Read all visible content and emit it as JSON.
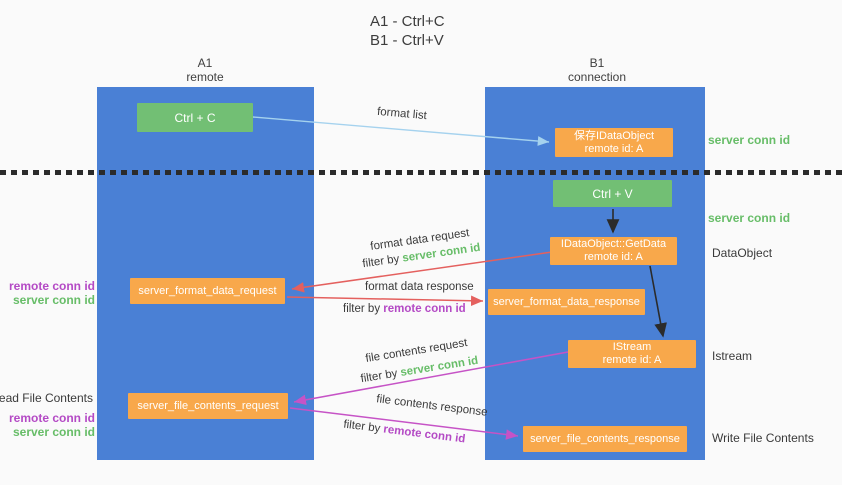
{
  "title": {
    "line1": "A1 - Ctrl+C",
    "line2": "B1 - Ctrl+V"
  },
  "lanes": [
    {
      "name": "A1",
      "subtitle": "remote"
    },
    {
      "name": "B1",
      "subtitle": "connection"
    }
  ],
  "nodes": {
    "ctrl_c": "Ctrl + C",
    "ctrl_v": "Ctrl + V",
    "save_idataobject": {
      "line1": "保存IDataObject",
      "line2": "remote id: A"
    },
    "getdata": {
      "line1": "IDataObject::GetData",
      "line2": "remote id: A"
    },
    "istream": {
      "line1": "IStream",
      "line2": "remote id: A"
    },
    "server_format_data_request": "server_format_data_request",
    "server_format_data_response": "server_format_data_response",
    "server_file_contents_request": "server_file_contents_request",
    "server_file_contents_response": "server_file_contents_response"
  },
  "edge_labels": {
    "format_list": "format list",
    "format_data_request": "format data request",
    "format_data_response": "format data response",
    "file_contents_request": "file contents request",
    "file_contents_response": "file contents response",
    "filter_by": "filter by ",
    "server_conn_id": "server conn id",
    "remote_conn_id": "remote conn id"
  },
  "side_annotations": {
    "left": {
      "remote_conn_id": "remote conn id",
      "server_conn_id": "server conn id",
      "read_file_contents": "Read File Contents"
    },
    "right": {
      "server_conn_id_top": "server conn id",
      "server_conn_id_mid": "server conn id",
      "dataobject": "DataObject",
      "istream": "Istream",
      "write_file_contents": "Write File Contents"
    }
  },
  "colors": {
    "panel_blue": "#4a80d5",
    "box_green": "#72bf74",
    "box_orange": "#f8a84b",
    "arrow_blue": "#a5d2ee",
    "arrow_red": "#e4605e",
    "arrow_magenta": "#c653c6",
    "arrow_black": "#2b2b2b",
    "text_green": "#67bd68",
    "text_purple": "#b44ac5"
  }
}
